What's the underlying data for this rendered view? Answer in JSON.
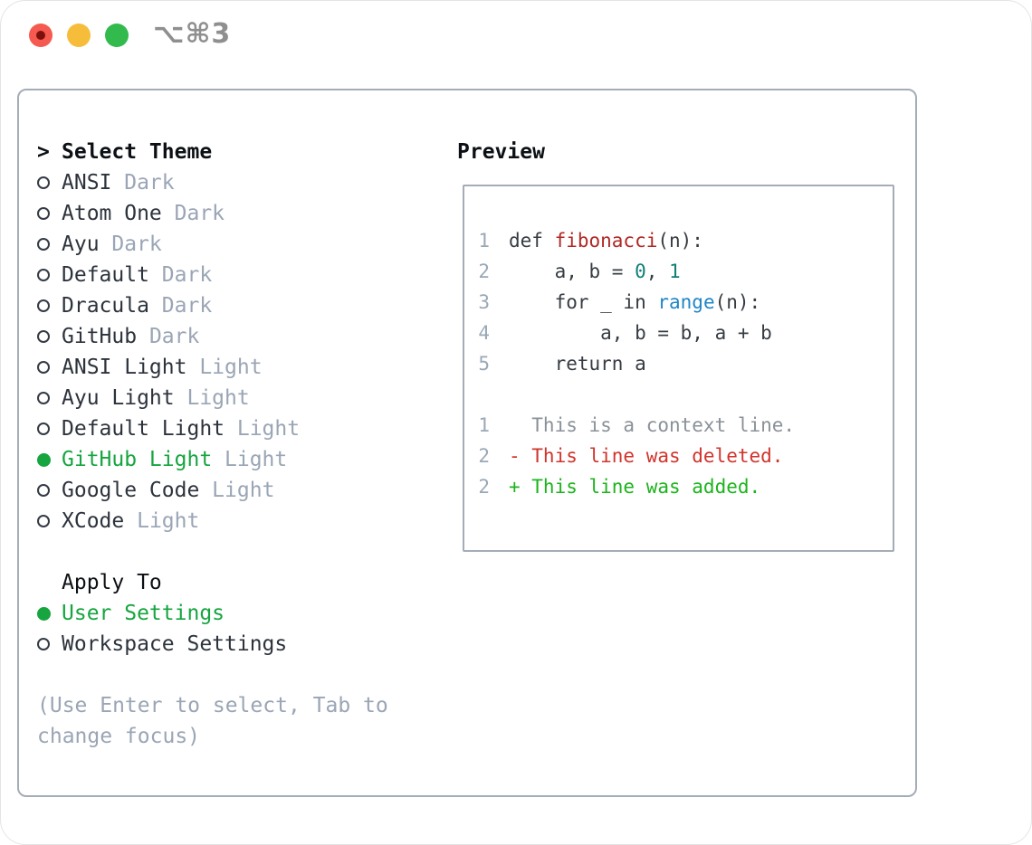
{
  "window": {
    "shortcut": "⌥⌘3",
    "traffic_lights": {
      "close_color": "#f5594f",
      "close_dot_color": "#7c100c",
      "minimize_color": "#f6bd3a",
      "zoom_color": "#33ba4d"
    }
  },
  "theme_picker": {
    "title_prefix": ">",
    "title": "Select Theme",
    "items": [
      {
        "name": "ANSI",
        "variant": "Dark",
        "selected": false
      },
      {
        "name": "Atom One",
        "variant": "Dark",
        "selected": false
      },
      {
        "name": "Ayu",
        "variant": "Dark",
        "selected": false
      },
      {
        "name": "Default",
        "variant": "Dark",
        "selected": false
      },
      {
        "name": "Dracula",
        "variant": "Dark",
        "selected": false
      },
      {
        "name": "GitHub",
        "variant": "Dark",
        "selected": false
      },
      {
        "name": "ANSI Light",
        "variant": "Light",
        "selected": false
      },
      {
        "name": "Ayu Light",
        "variant": "Light",
        "selected": false
      },
      {
        "name": "Default Light",
        "variant": "Light",
        "selected": false
      },
      {
        "name": "GitHub Light",
        "variant": "Light",
        "selected": true
      },
      {
        "name": "Google Code",
        "variant": "Light",
        "selected": false
      },
      {
        "name": "XCode",
        "variant": "Light",
        "selected": false
      }
    ],
    "apply_to": {
      "title": "Apply To",
      "options": [
        {
          "name": "User Settings",
          "selected": true
        },
        {
          "name": "Workspace Settings",
          "selected": false
        }
      ]
    },
    "hint_line1": "(Use Enter to select, Tab to",
    "hint_line2": "change focus)"
  },
  "preview": {
    "title": "Preview",
    "lines": [
      {
        "num": "1",
        "tokens": [
          {
            "c": "code",
            "t": "def "
          },
          {
            "c": "fn",
            "t": "fibonacci"
          },
          {
            "c": "code",
            "t": "(n):"
          }
        ]
      },
      {
        "num": "2",
        "tokens": [
          {
            "c": "code",
            "t": "    a, b = "
          },
          {
            "c": "num",
            "t": "0"
          },
          {
            "c": "code",
            "t": ", "
          },
          {
            "c": "num",
            "t": "1"
          }
        ]
      },
      {
        "num": "3",
        "tokens": [
          {
            "c": "code",
            "t": "    for _ in "
          },
          {
            "c": "call",
            "t": "range"
          },
          {
            "c": "code",
            "t": "(n):"
          }
        ]
      },
      {
        "num": "4",
        "tokens": [
          {
            "c": "code",
            "t": "        a, b = b, a + b"
          }
        ]
      },
      {
        "num": "5",
        "tokens": [
          {
            "c": "code",
            "t": "    return a"
          }
        ]
      },
      {
        "num": "",
        "tokens": []
      },
      {
        "num": "1",
        "tokens": [
          {
            "c": "ctx",
            "t": "  This is a context line."
          }
        ]
      },
      {
        "num": "2",
        "tokens": [
          {
            "c": "del",
            "t": "- This line was deleted."
          }
        ]
      },
      {
        "num": "2",
        "tokens": [
          {
            "c": "add",
            "t": "+ This line was added."
          }
        ]
      }
    ]
  },
  "colors": {
    "selection_green": "#16a53f",
    "panel_border": "#a4adb7",
    "item_text": "#2d333c",
    "muted_text": "#9aa5b5",
    "line_number": "#9aa8b6",
    "code_default": "#363c42",
    "code_function_red": "#b02824",
    "code_builtin_blue": "#1e86c7",
    "code_number_teal": "#107e7a",
    "diff_context_gray": "#8a9198",
    "diff_deleted_red": "#d0342c",
    "diff_added_green": "#1cb41c"
  }
}
